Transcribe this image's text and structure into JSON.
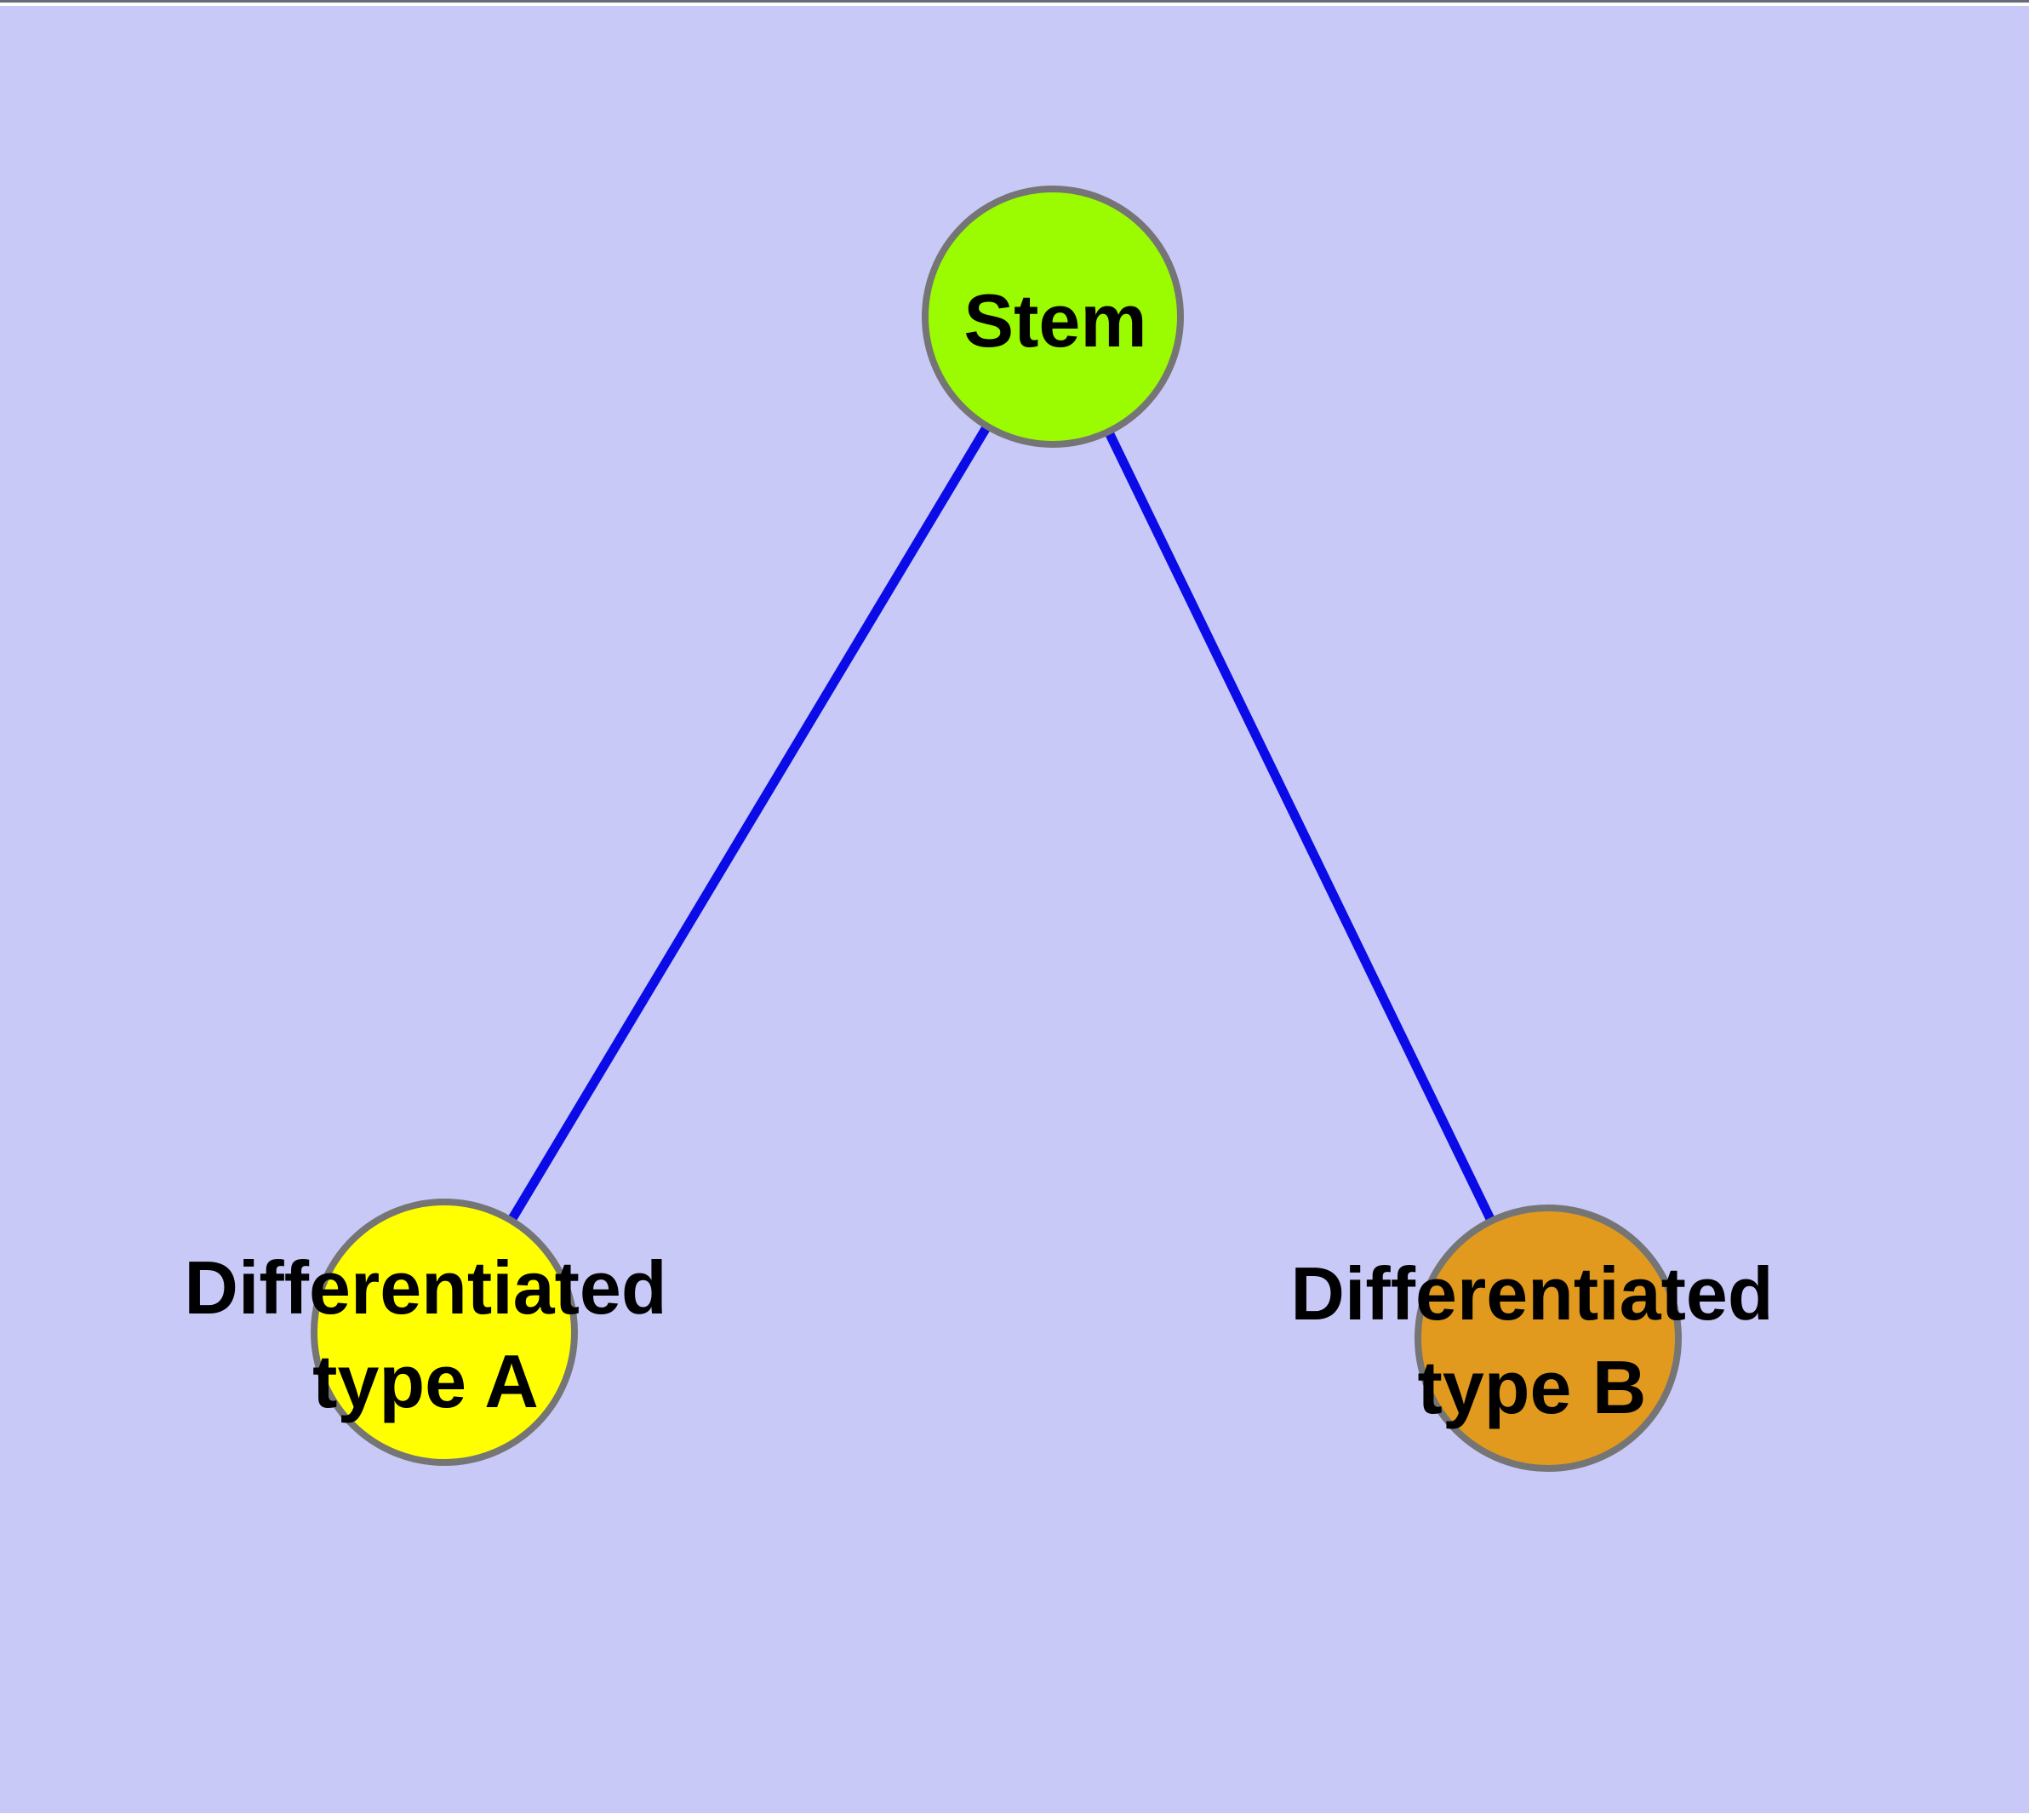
{
  "diagram": {
    "background_color": "#C9C9F8",
    "chrome": {
      "top_line_color": "#6A6A78",
      "margin_color": "#FFFFFF"
    },
    "edge_color": "#0B0BE8",
    "node_border_color": "#757575",
    "text_color": "#000000",
    "nodes": [
      {
        "id": "stem",
        "label": "Stem",
        "fill": "#9BFB00"
      },
      {
        "id": "diff-a",
        "label_line1": "Differentiated",
        "label_line2": "type A",
        "fill": "#FFFF00"
      },
      {
        "id": "diff-b",
        "label_line1": "Differentiated",
        "label_line2": "type B",
        "fill": "#E29A1E"
      }
    ],
    "edges": [
      {
        "from": "stem",
        "to": "diff-a"
      },
      {
        "from": "stem",
        "to": "diff-b"
      }
    ]
  }
}
